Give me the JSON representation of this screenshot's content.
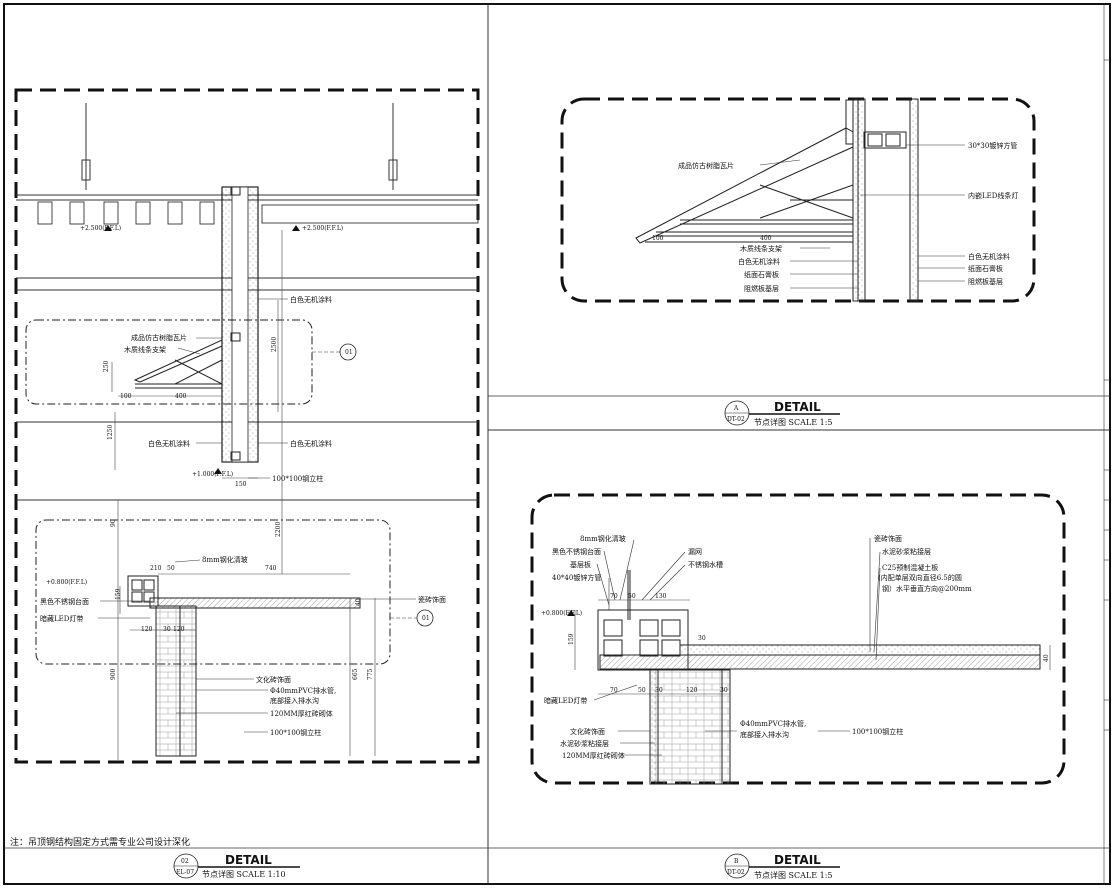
{
  "note": "注：吊顶钢结构固定方式需专业公司设计深化",
  "titles": {
    "d02": {
      "num": "02",
      "ref": "EL-07",
      "word": "DETAIL",
      "sub": "节点详图 SCALE 1:10"
    },
    "dA": {
      "num": "A",
      "ref": "DT-02",
      "word": "DETAIL",
      "sub": "节点详图 SCALE 1:5"
    },
    "dB": {
      "num": "B",
      "ref": "DT-02",
      "word": "DETAIL",
      "sub": "节点详图 SCALE 1:5"
    }
  },
  "detail02": {
    "labels": {
      "white_paint_top": "白色无机涂料",
      "tile_roof": "成品仿古树脂瓦片",
      "wood_frame": "木质线条支架",
      "white_paint_left": "白色无机涂料",
      "white_paint_right": "白色无机涂料",
      "steel_col_top": "100*100钢立柱",
      "glass": "8mm钢化清玻",
      "ss_counter": "黑色不锈钢台面",
      "led": "暗藏LED灯带",
      "tile_face": "瓷砖饰面",
      "culture_brick": "文化砖饰面",
      "pvc_pipe": "Φ40mmPVC排水管,",
      "pvc_pipe2": "底部接入排水沟",
      "brick_wall": "120MM厚红砖砌体",
      "steel_col_bottom": "100*100钢立柱"
    },
    "dims": {
      "d100": "100",
      "d400": "400",
      "d250": "250",
      "d2500": "2500",
      "d1250": "1250",
      "d150": "150",
      "d90": "90",
      "d2200": "2200",
      "d210": "210",
      "d50": "50",
      "d740": "740",
      "d159": "159",
      "d120": "120",
      "d30": "30",
      "d40": "40",
      "d665": "665",
      "d775": "775",
      "d900": "900"
    },
    "levels": {
      "lv1": "+2.500(F.F.L)",
      "lv2": "+2.500(F.F.L)",
      "lv3": "+1.000(F.F.L)",
      "lv4": "+0.800(F.F.L)"
    },
    "callouts": {
      "c01": "01",
      "c02": "01"
    }
  },
  "detailA": {
    "labels": {
      "tube": "30*30镀锌方管",
      "tile": "成品仿古树脂瓦片",
      "led": "内嵌LED线条灯",
      "wood": "木质线条支架",
      "paint_l": "白色无机涂料",
      "gyp_l": "纸面石膏板",
      "fire_l": "阻燃板基层",
      "paint_r": "白色无机涂料",
      "gyp_r": "纸面石膏板",
      "fire_r": "阻燃板基层"
    },
    "dims": {
      "d100": "100",
      "d400": "400"
    }
  },
  "detailB": {
    "labels": {
      "glass": "8mm钢化清玻",
      "ss": "黑色不锈钢台面",
      "base": "基层板",
      "tube": "40*40镀锌方管",
      "mesh": "漏网",
      "sink": "不锈钢水槽",
      "tile": "瓷砖饰面",
      "mortar": "水泥砂浆粘接层",
      "c25a": "C25预制混凝土板",
      "c25b": "(内配单层双向直径6.5的圆",
      "c25c": "钢）水平垂直方向@200mm",
      "led": "暗藏LED灯带",
      "culture": "文化砖饰面",
      "mortar2": "水泥砂浆粘接层",
      "brick": "120MM厚红砖砌体",
      "pvc": "Φ40mmPVC排水管,",
      "pvc2": "底部接入排水沟",
      "col": "100*100钢立柱"
    },
    "dims": {
      "d70": "70",
      "d50": "50",
      "d130": "130",
      "d159": "159",
      "d40": "40",
      "d30": "30",
      "d120": "120",
      "d70b": "70",
      "d50b": "50",
      "d30b": "30"
    },
    "level": "+0.800(F.F.L)"
  }
}
